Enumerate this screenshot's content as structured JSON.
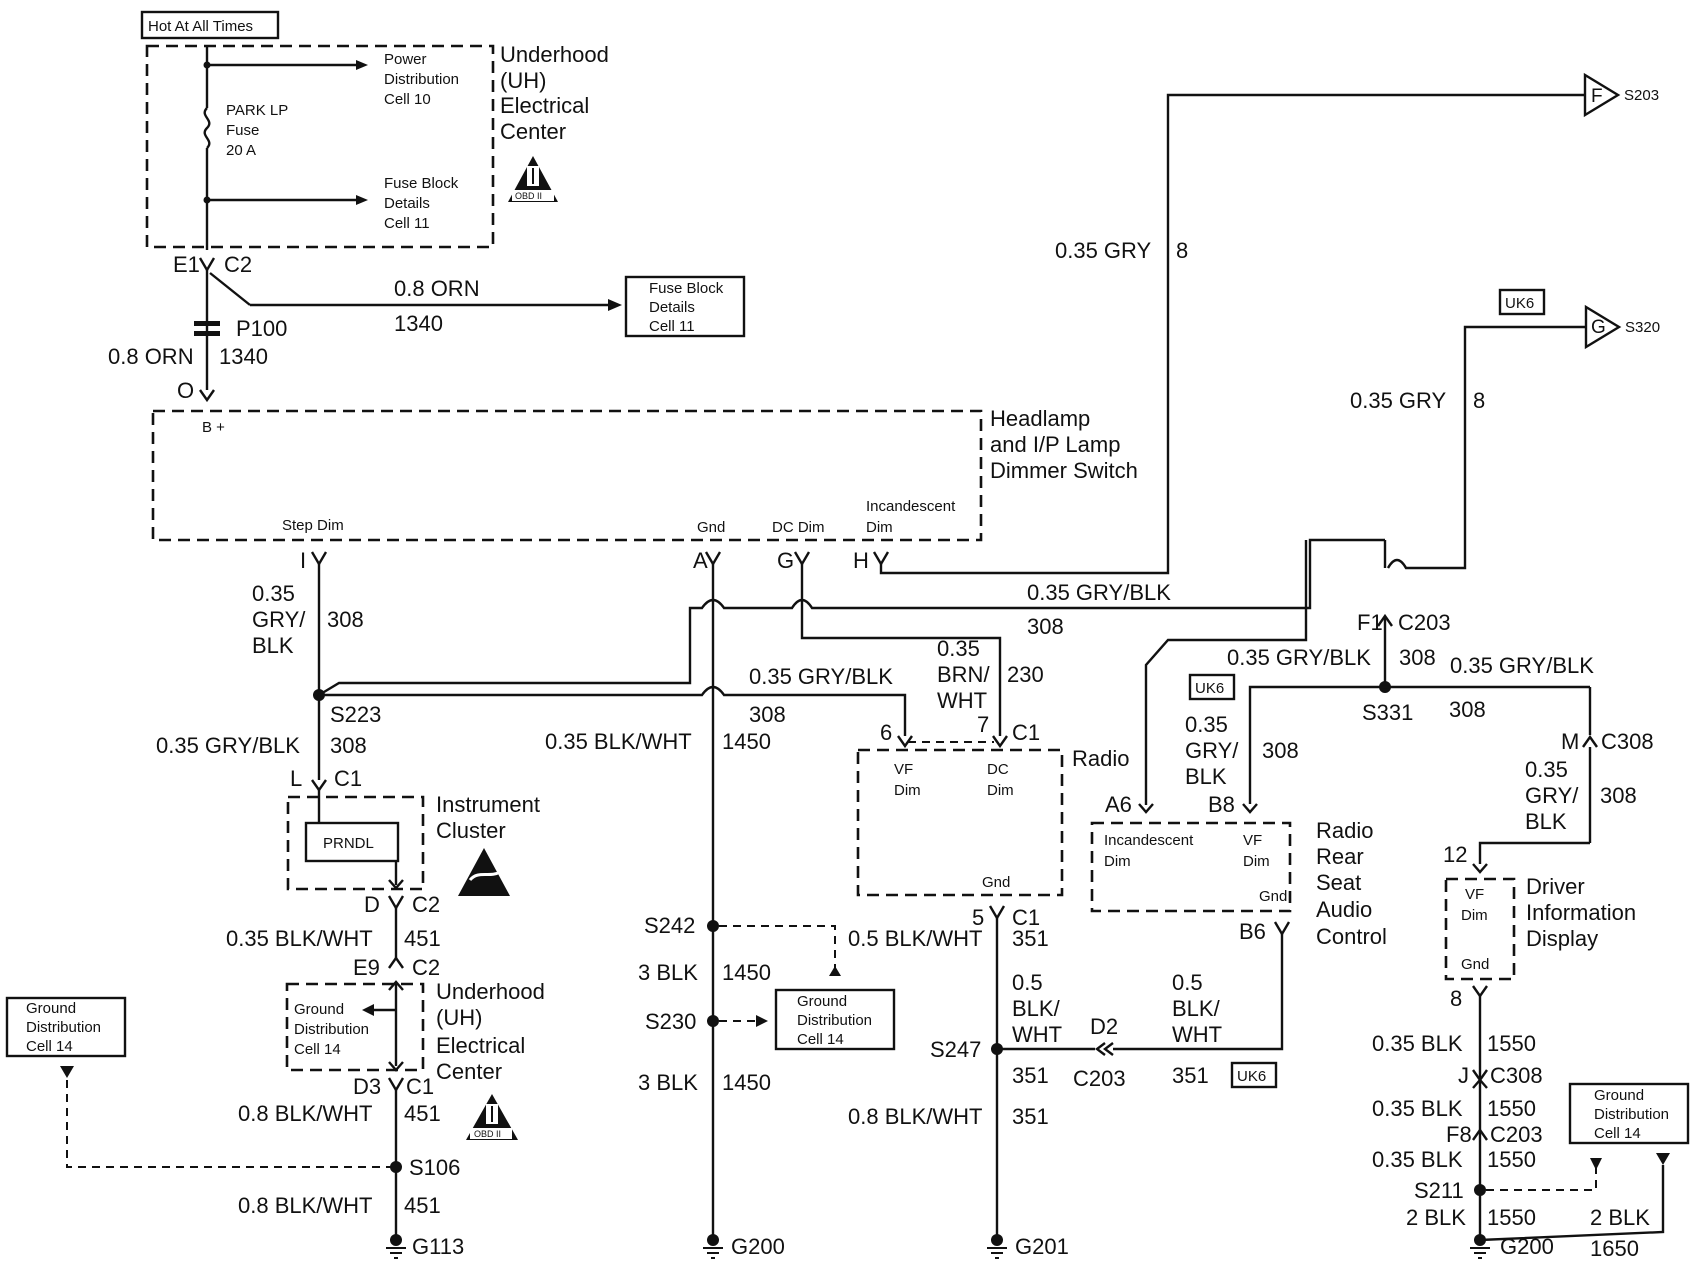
{
  "hot_label": "Hot At All Times",
  "uh_top": {
    "title": [
      "Underhood",
      "(UH)",
      "Electrical",
      "Center"
    ],
    "power_dist": [
      "Power",
      "Distribution",
      "Cell 10"
    ],
    "fuse": [
      "PARK LP",
      "Fuse",
      "20 A"
    ],
    "fuse_block": [
      "Fuse Block",
      "Details",
      "Cell 11"
    ],
    "obd": "OBD II"
  },
  "conn_e1": "E1",
  "conn_c2_top": "C2",
  "orn_gauge": "0.8 ORN",
  "orn_circuit": "1340",
  "fuse_block_ref": [
    "Fuse Block",
    "Details",
    "Cell 11"
  ],
  "p100": "P100",
  "p100_wire_gauge": "0.8 ORN",
  "p100_wire_circuit": "1340",
  "pin_o": "O",
  "b_plus": "B +",
  "dimmer_title": [
    "Headlamp",
    "and I/P Lamp",
    "Dimmer Switch"
  ],
  "step_dim": "Step Dim",
  "gnd": "Gnd",
  "dc_dim": "DC Dim",
  "incandescent_dim": [
    "Incandescent",
    "Dim"
  ],
  "pins": {
    "i": "I",
    "a": "A",
    "g": "G",
    "h": "H"
  },
  "wire_308_left": [
    "0.35",
    "GRY/",
    "BLK"
  ],
  "circuit_308": "308",
  "s203_label": "S203",
  "s320_label": "S320",
  "flag_f": "F",
  "flag_g": "G",
  "uk6": "UK6",
  "gry_gauge": "0.35 GRY",
  "gry_circuit": "8",
  "gry_blk": "0.35 GRY/BLK",
  "brn_wht": [
    "0.35",
    "BRN/",
    "WHT"
  ],
  "circuit_230": "230",
  "s223": "S223",
  "s331": "S331",
  "f1": "F1",
  "c203": "C203",
  "c1": "C1",
  "pin_l": "L",
  "pin_6": "6",
  "pin_7": "7",
  "pin_5": "5",
  "radio_title": "Radio",
  "vf_dim": [
    "VF",
    "Dim"
  ],
  "dc_dim_2": [
    "DC",
    "Dim"
  ],
  "blk_wht_035": "0.35 BLK/WHT",
  "circuit_1450": "1450",
  "instrument_title": [
    "Instrument",
    "Cluster"
  ],
  "prndl": "PRNDL",
  "pin_d": "D",
  "c2": "C2",
  "circuit_451": "451",
  "pin_e9": "E9",
  "uh_bottom_title": [
    "Underhood",
    "(UH)",
    "Electrical",
    "Center"
  ],
  "ground_dist": [
    "Ground",
    "Distribution",
    "Cell 14"
  ],
  "pin_d3": "D3",
  "blk_wht_08": "0.8 BLK/WHT",
  "s106": "S106",
  "g113": "G113",
  "s242": "S242",
  "s230": "S230",
  "blk_3": "3 BLK",
  "g200": "G200",
  "blk_wht_05": "0.5 BLK/WHT",
  "circuit_351": "351",
  "wire_05_blkwht": [
    "0.5",
    "BLK/",
    "WHT"
  ],
  "d2": "D2",
  "s247": "S247",
  "g201": "G201",
  "pin_a6": "A6",
  "pin_b8": "B8",
  "pin_b6": "B6",
  "rrsac_title": [
    "Radio",
    "Rear",
    "Seat",
    "Audio",
    "Control"
  ],
  "incandescent_dim_2": [
    "Incandescent",
    "Dim"
  ],
  "vf_dim_2": [
    "VF",
    "Dim"
  ],
  "gnd_2": "Gnd",
  "pin_m": "M",
  "c308": "C308",
  "wire_308_right": [
    "0.35",
    "GRY/",
    "BLK"
  ],
  "pin_12": "12",
  "dic_title": [
    "Driver",
    "Information",
    "Display"
  ],
  "vf_dim_3": [
    "VF",
    "Dim"
  ],
  "pin_8": "8",
  "blk_035": "0.35 BLK",
  "circuit_1550": "1550",
  "pin_j": "J",
  "pin_f8": "F8",
  "s211": "S211",
  "blk_2": "2 BLK",
  "circuit_1650": "1650",
  "ground_dist_2": [
    "Ground",
    "Distribution",
    "Cell 14"
  ],
  "ground_dist_3": [
    "Ground",
    "Distribution",
    "Cell 14"
  ]
}
